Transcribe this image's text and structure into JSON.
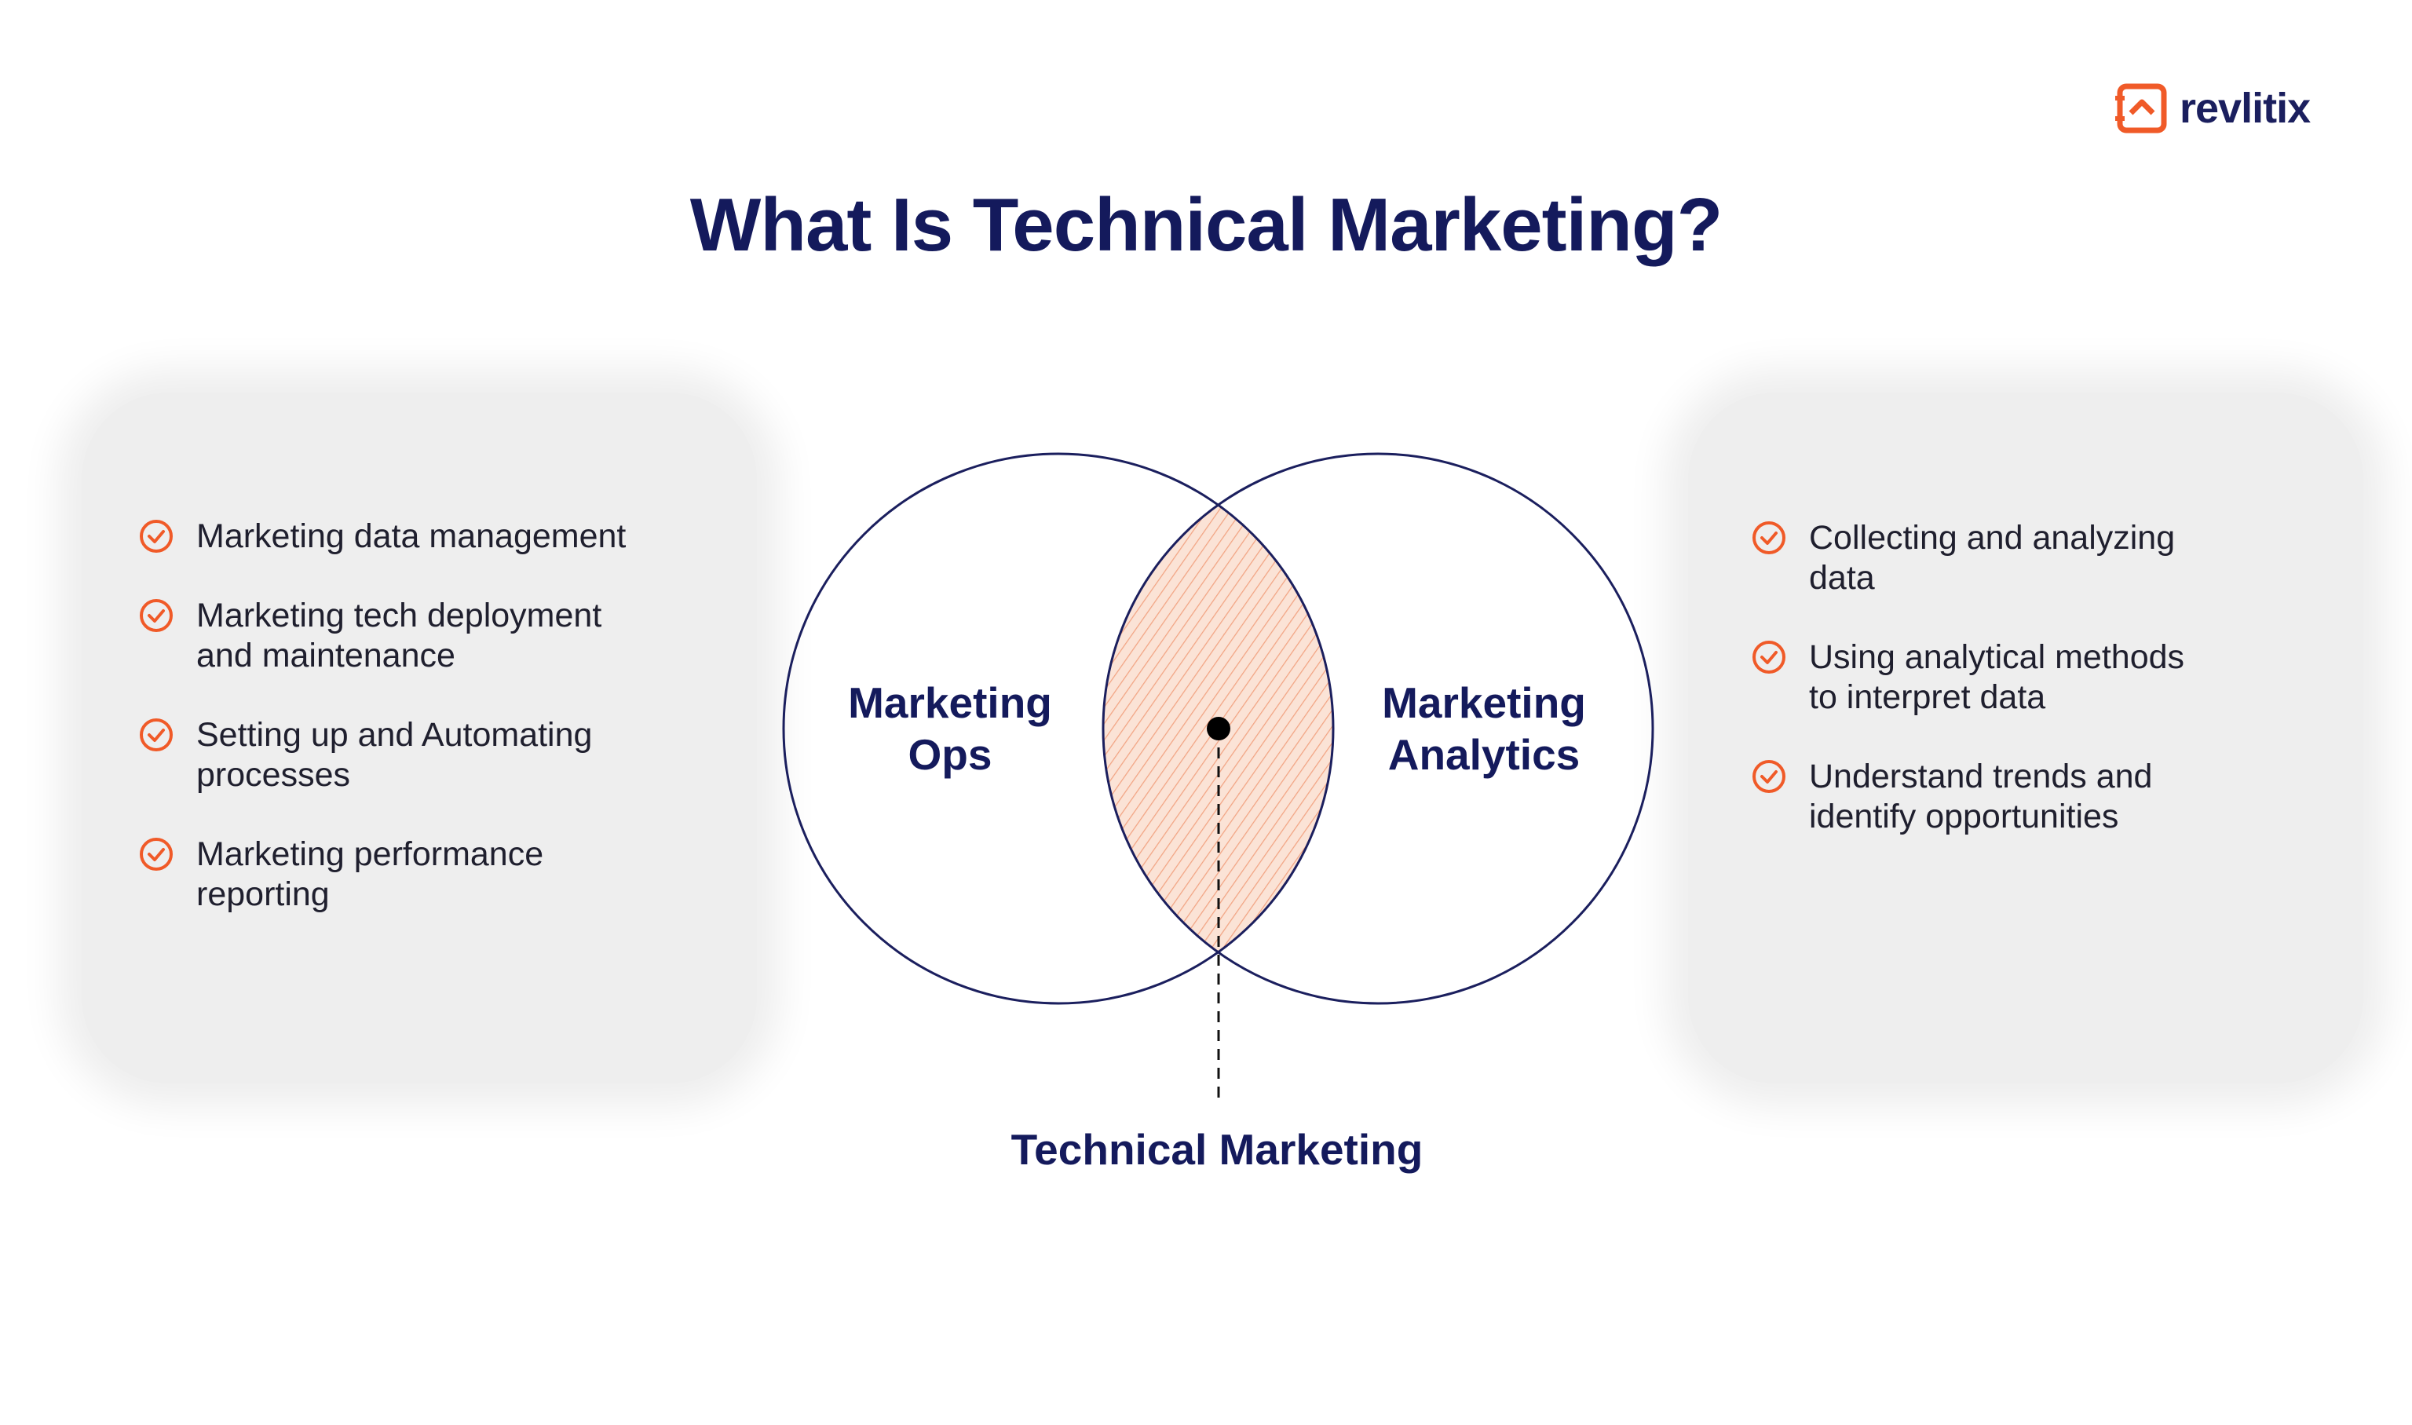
{
  "brand": {
    "name": "revlitix",
    "logo_icon": "revlitix-logo-icon",
    "accent_color": "#f05a28"
  },
  "title": "What Is Technical Marketing?",
  "left_panel": {
    "items": [
      "Marketing data management",
      "Marketing tech deployment\nand maintenance",
      "Setting up and Automating\nprocesses",
      "Marketing performance\nreporting"
    ]
  },
  "right_panel": {
    "items": [
      "Collecting and analyzing\ndata",
      "Using analytical methods\nto interpret data",
      "Understand trends and\nidentify opportunities"
    ]
  },
  "venn": {
    "left_label": "Marketing\nOps",
    "right_label": "Marketing\nAnalytics",
    "intersection_label": "Technical Marketing",
    "outline_color": "#1b1f5e",
    "overlap_fill": "#fbe3d6",
    "hatch_color": "#f2a483",
    "check_icon": "check-circle-icon"
  }
}
